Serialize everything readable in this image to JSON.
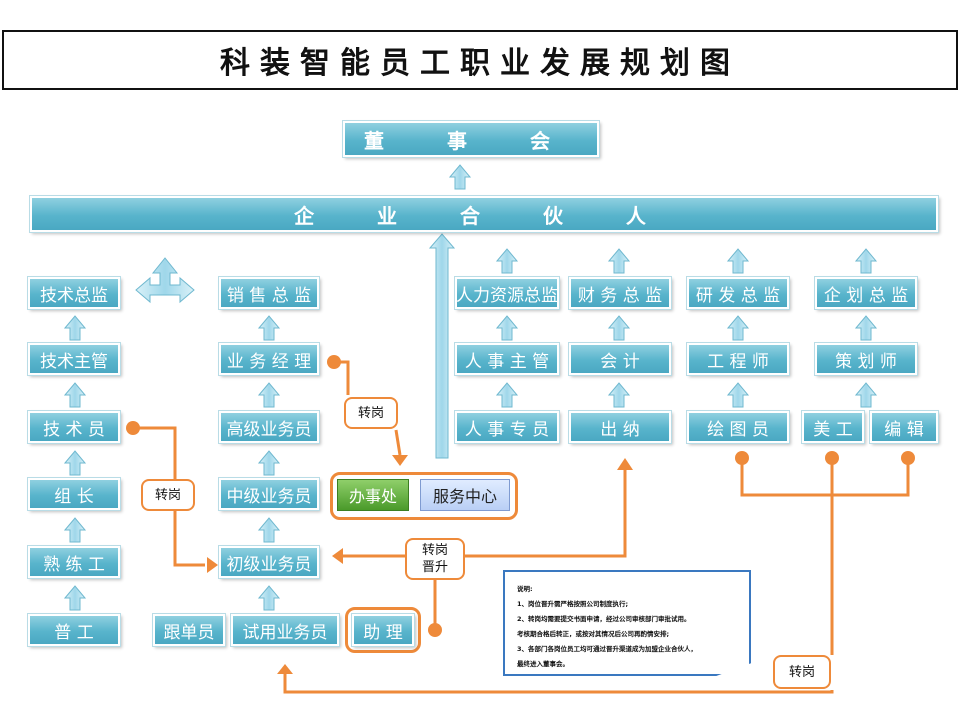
{
  "title": "科装智能员工职业发展规划图",
  "nodes": {
    "board": "董  事  会",
    "partner": "企  业  合  伙  人",
    "tech_director": "技术总监",
    "tech_manager": "技术主管",
    "technician": "技 术 员",
    "team_leader": "组      长",
    "skilled_worker": "熟 练 工",
    "general_worker": "普      工",
    "sales_director": "销 售 总 监",
    "business_manager": "业 务 经 理",
    "senior_sales": "高级业务员",
    "mid_sales": "中级业务员",
    "junior_sales": "初级业务员",
    "trial_sales": "试用业务员",
    "follower": "跟单员",
    "assistant": "助  理",
    "office": "办事处",
    "service_center": "服务中心",
    "hr_director": "人力资源总监",
    "hr_manager": "人 事 主 管",
    "hr_specialist": "人 事 专 员",
    "finance_director": "财 务 总 监",
    "accountant": "会          计",
    "cashier": "出          纳",
    "rd_director": "研 发 总 监",
    "engineer": "工    程    师",
    "drafter": "绘    图    员",
    "planning_director": "企 划 总 监",
    "planner": "策    划    师",
    "artist": "美  工",
    "editor": "编    辑"
  },
  "labels": {
    "transfer_1": "转岗",
    "transfer_2": "转岗",
    "transfer_promote_1": "转岗",
    "transfer_promote_2": "晋升",
    "transfer_3": "转岗"
  },
  "note": {
    "heading": "说明:",
    "line1": "1、岗位晋升需严格按照公司制度执行;",
    "line2": "2、转岗均需要提交书面申请，经过公司审核部门审批试用。",
    "line3": "考核期合格后转正，或按对其情况后公司再酌情安排;",
    "line4": "3、各部门各岗位员工均可通过晋升渠道成为加盟企业合伙人，",
    "line5": "最终进入董事会。"
  },
  "colors": {
    "node_fill": "#58b4cc",
    "arrow_fill": "#b9e4f2",
    "orange": "#ee8a3a",
    "note_border": "#3a78c0"
  }
}
